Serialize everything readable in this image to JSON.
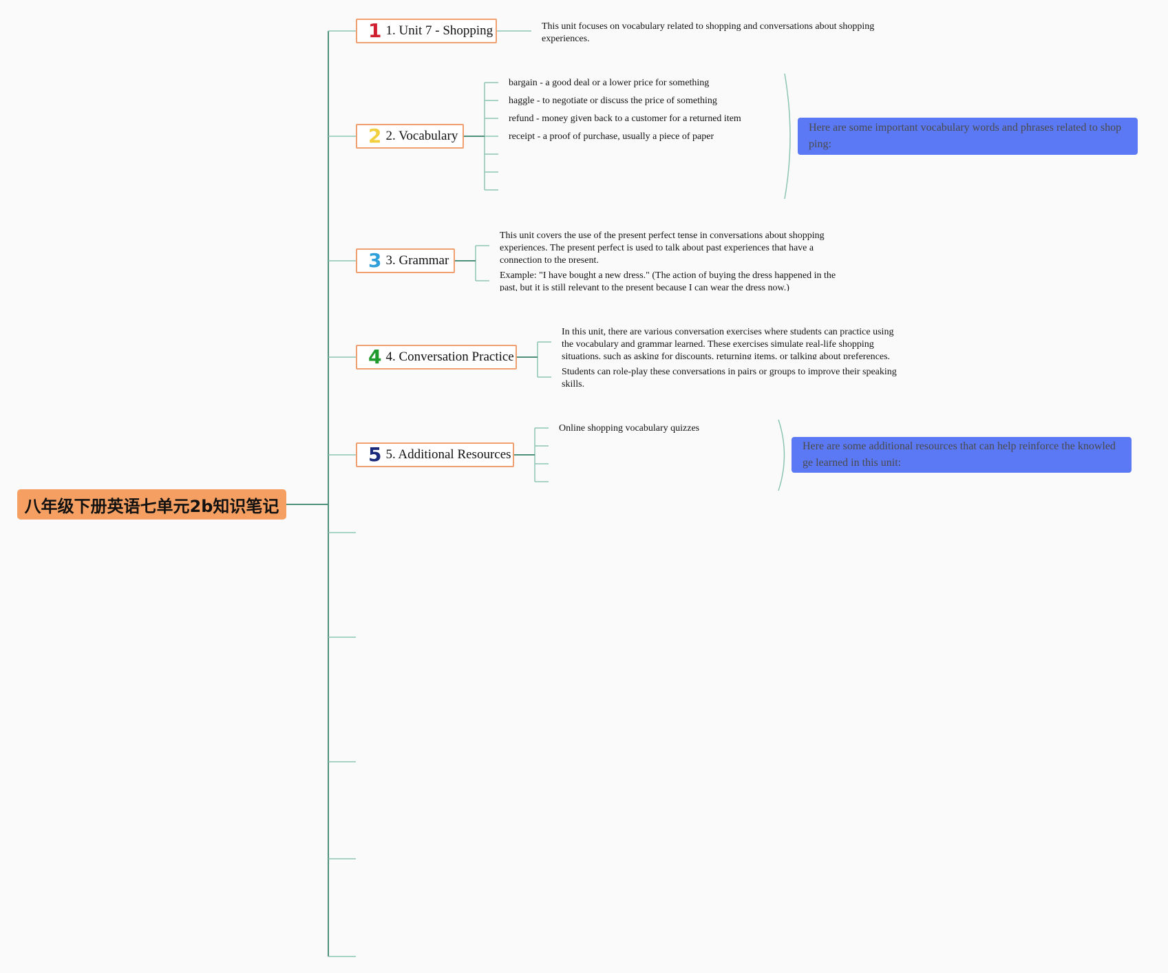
{
  "root": {
    "title": "八年级下册英语七单元2b知识笔记"
  },
  "topics": [
    {
      "num": "1",
      "num_color": "#d0202f",
      "label": "1. Unit 7 - Shopping"
    },
    {
      "num": "2",
      "num_color": "#f2cf3e",
      "label": "2. Vocabulary"
    },
    {
      "num": "3",
      "num_color": "#2e9fdb",
      "label": "3. Grammar"
    },
    {
      "num": "4",
      "num_color": "#1f9a2c",
      "label": "4. Conversation Practice"
    },
    {
      "num": "5",
      "num_color": "#1a2a7a",
      "label": "5. Additional Resources"
    }
  ],
  "unit_desc": "This unit focuses on vocabulary related to shopping and conversations about shopping experiences.",
  "vocabulary": {
    "items": [
      "bargain - a good deal or a lower price for something",
      "haggle - to negotiate or discuss the price of something",
      "refund - money given back to a customer for a returned item",
      "receipt - a proof of purchase, usually a piece of paper"
    ],
    "summary": "Here are some important vocabulary words and phrases related to shopping:"
  },
  "grammar": {
    "items": [
      "This unit covers the use of the present perfect tense in conversations about shopping experiences. The present perfect is used to talk about past experiences that have a connection to the present.",
      "Example: \"I have bought a new dress.\" (The action of buying the dress happened in the past, but it is still relevant to the present because I can wear the dress now.)"
    ]
  },
  "conversation": {
    "items": [
      "In this unit, there are various conversation exercises where students can practice using the vocabulary and grammar learned. These exercises simulate real-life shopping situations, such as asking for discounts, returning items, or talking about preferences.",
      "Students can role-play these conversations in pairs or groups to improve their speaking skills."
    ]
  },
  "resources": {
    "items": [
      "Online shopping vocabulary quizzes"
    ],
    "summary": "Here are some additional resources that can help reinforce the knowledge learned in this unit:"
  },
  "colors": {
    "line": "#4e8f7c",
    "line_light": "#8cc4b4",
    "root": "#f5a062",
    "topic_border": "#f0a070",
    "summary": "#5b79f5"
  }
}
